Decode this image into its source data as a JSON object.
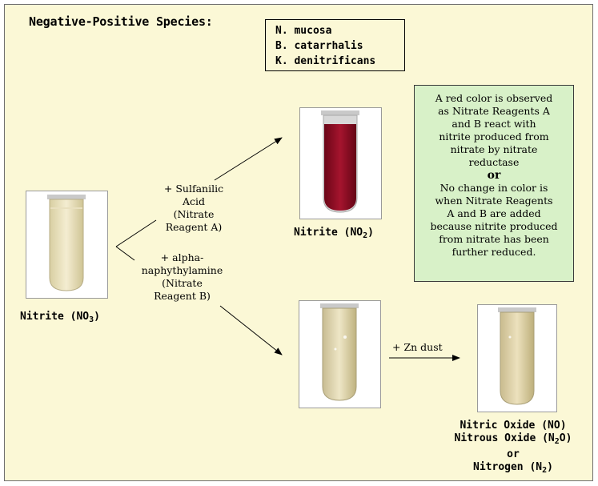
{
  "title": "Negative-Positive Species:",
  "species": [
    "N. mucosa",
    "B. catarrhalis",
    "K. denitrificans"
  ],
  "note": {
    "lines_a": [
      "A red color is observed",
      "as Nitrate Reagents A",
      "and B react with",
      "nitrite produced from",
      "nitrate by nitrate",
      "reductase"
    ],
    "or": "or",
    "lines_b": [
      "No change in color is",
      "when Nitrate Reagents",
      "A and B are added",
      "because nitrite produced",
      "from nitrate has been",
      "further reduced."
    ]
  },
  "reagent_a": [
    "+ Sulfanilic",
    "Acid",
    "(Nitrate",
    "Reagent A)"
  ],
  "reagent_b": [
    "+ alpha-",
    "naphythylamine",
    "(Nitrate",
    "Reagent B)"
  ],
  "zn": "+ Zn dust",
  "start_label": {
    "text": "Nitrite (NO",
    "sub": "3",
    "close": ")"
  },
  "red_label": {
    "text": "Nitrite (NO",
    "sub": "2",
    "close": ")"
  },
  "results": {
    "line1": "Nitric Oxide (NO)",
    "line2_pre": "Nitrous Oxide (N",
    "line2_sub": "2",
    "line2_post": "O)",
    "line3": "or",
    "line4_pre": "Nitrogen (N",
    "line4_sub": "2",
    "line4_post": ")"
  },
  "colors": {
    "background": "#fbf8d6",
    "note_bg": "#d8f1c8",
    "red_tube": "#8c0d22",
    "pale_tube": "#e9dfb8"
  }
}
